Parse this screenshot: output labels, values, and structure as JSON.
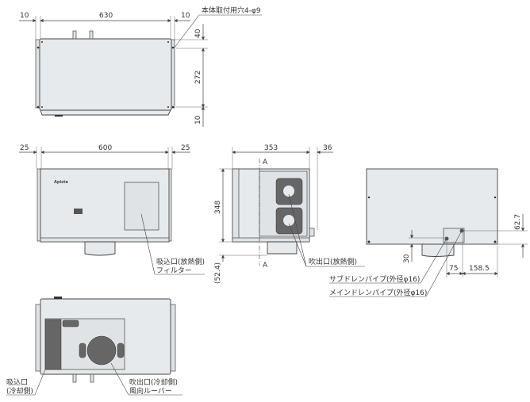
{
  "top_view": {
    "dims": {
      "left_margin": "10",
      "width": "630",
      "right_margin": "10",
      "top_offset": "40",
      "hole_pitch": "272",
      "bottom_offset": "10"
    },
    "label_mount_holes": "本体取付用穴4-φ9"
  },
  "front_view": {
    "dims": {
      "left_margin": "25",
      "width": "600",
      "right_margin": "25"
    },
    "label_inlet": "吸込口(放熱側)",
    "label_filter": "フィルター"
  },
  "side_view": {
    "dims": {
      "depth": "353",
      "protrusion": "36",
      "height": "348",
      "duct": "(52.4)"
    },
    "section_mark": "A",
    "label_outlet": "吹出口(放熱側)"
  },
  "rear_view": {
    "dims": {
      "drain_height": "62.7",
      "duct_height": "30",
      "pipe_spacing": "75",
      "pipe_offset": "158.5"
    },
    "label_sub_drain": "サブドレンパイプ(外径φ16)",
    "label_main_drain": "メインドレンパイプ(外径φ16)"
  },
  "bottom_view": {
    "label_inlet_1": "吸込口",
    "label_inlet_2": "(冷却側)",
    "label_outlet_1": "吹出口(冷却側)",
    "label_outlet_2": "風向ルーバー"
  }
}
